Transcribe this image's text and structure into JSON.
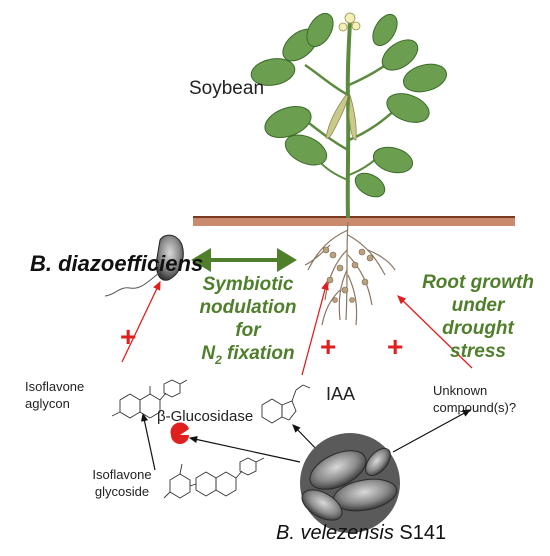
{
  "labels": {
    "soybean": "Soybean",
    "bradyrhizobium": "B. diazoefficiens",
    "symbiotic_line1": "Symbiotic",
    "symbiotic_line2": "nodulation for",
    "symbiotic_line3_pre": "N",
    "symbiotic_line3_sub": "2",
    "symbiotic_line3_post": " fixation",
    "root_line1": "Root growth",
    "root_line2": "under drought",
    "root_line3": "stress",
    "aglycon_line1": "Isoflavone",
    "aglycon_line2": "aglycon",
    "glycoside_line1": "Isoflavone",
    "glycoside_line2": "glycoside",
    "glucosidase": "β-Glucosidase",
    "iaa": "IAA",
    "unknown_line1": "Unknown",
    "unknown_line2": "compound(s)?",
    "velezensis_name": "B. velezensis",
    "velezensis_strain": " S141",
    "plus_sign": "+"
  },
  "colors": {
    "soil": "#c98a6d",
    "soil_line": "#7a3b22",
    "leaf": "#6b9e4e",
    "leaf_dark": "#3d6b2c",
    "stem": "#5c8a3e",
    "pod": "#c9c98a",
    "flower": "#f3efb8",
    "root": "#8a7560",
    "nodule": "#b9a17f",
    "green_text": "#4f7f2b",
    "red_arrow": "#e0201e",
    "black_arrow": "#111111",
    "enzyme": "#e0201e"
  }
}
